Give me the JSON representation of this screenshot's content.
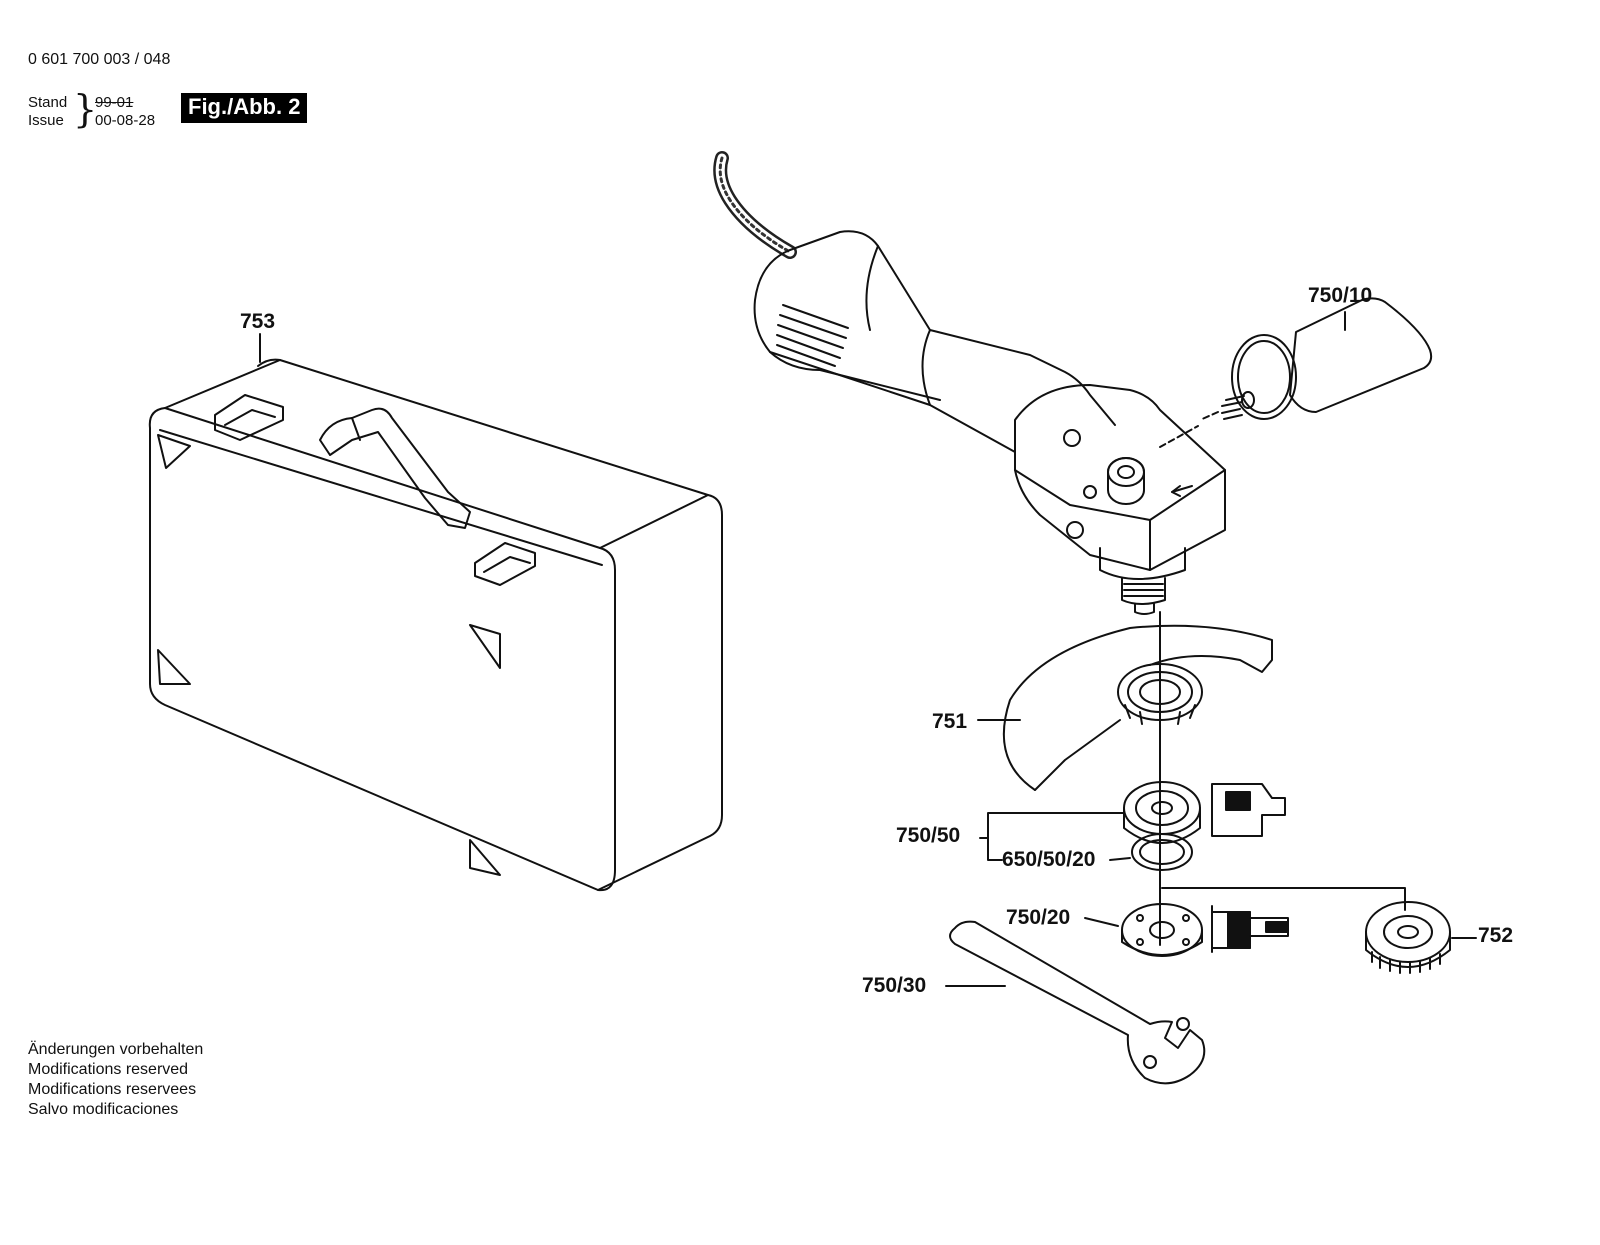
{
  "header": {
    "doc_number": "0 601 700 003 / 048",
    "stand_label": "Stand",
    "issue_label": "Issue",
    "stand_old_value": "99-01",
    "issue_value": "00-08-28",
    "figure_label": "Fig./Abb. 2"
  },
  "parts": {
    "case": "753",
    "side_handle": "750/10",
    "guard": "751",
    "flange_set": "750/50",
    "o_ring": "650/50/20",
    "mounting_flange": "750/20",
    "clamping_nut": "752",
    "spanner": "750/30"
  },
  "footer": {
    "lines": [
      "Änderungen vorbehalten",
      "Modifications reserved",
      "Modifications reservees",
      "Salvo modificaciones"
    ]
  }
}
